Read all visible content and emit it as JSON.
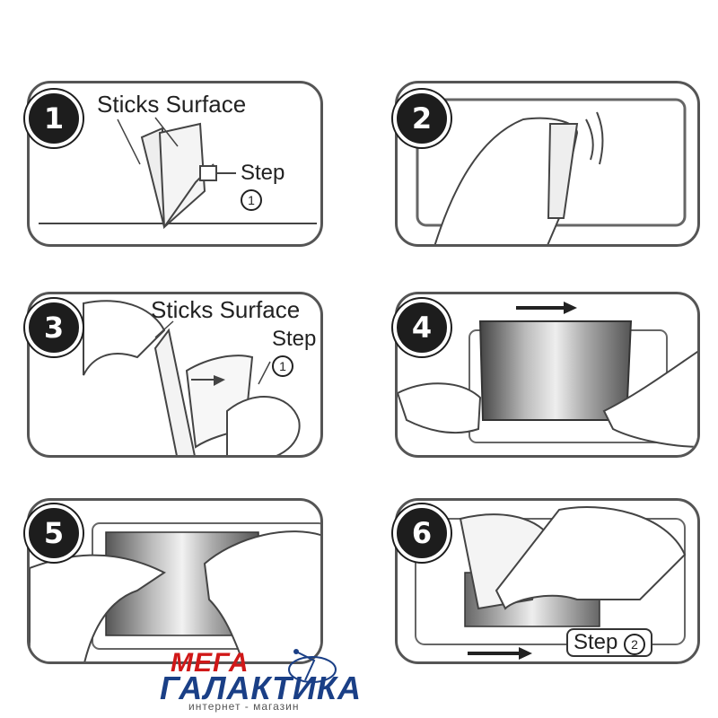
{
  "steps": [
    {
      "number": "1",
      "label_a": "Sticks Surface",
      "label_b": "Step",
      "label_b_num": "1"
    },
    {
      "number": "2"
    },
    {
      "number": "3",
      "label_a": "Sticks Surface",
      "label_b": "Step",
      "label_b_num": "1"
    },
    {
      "number": "4"
    },
    {
      "number": "5"
    },
    {
      "number": "6",
      "label_b": "Step",
      "label_b_num": "2"
    }
  ],
  "logo": {
    "top": "МЕГА",
    "main": "ГАЛАКТИКА",
    "sub": "интернет - магазин"
  },
  "colors": {
    "logo_red": "#d01818",
    "logo_blue": "#1a3f86",
    "badge": "#1d1d1d"
  }
}
